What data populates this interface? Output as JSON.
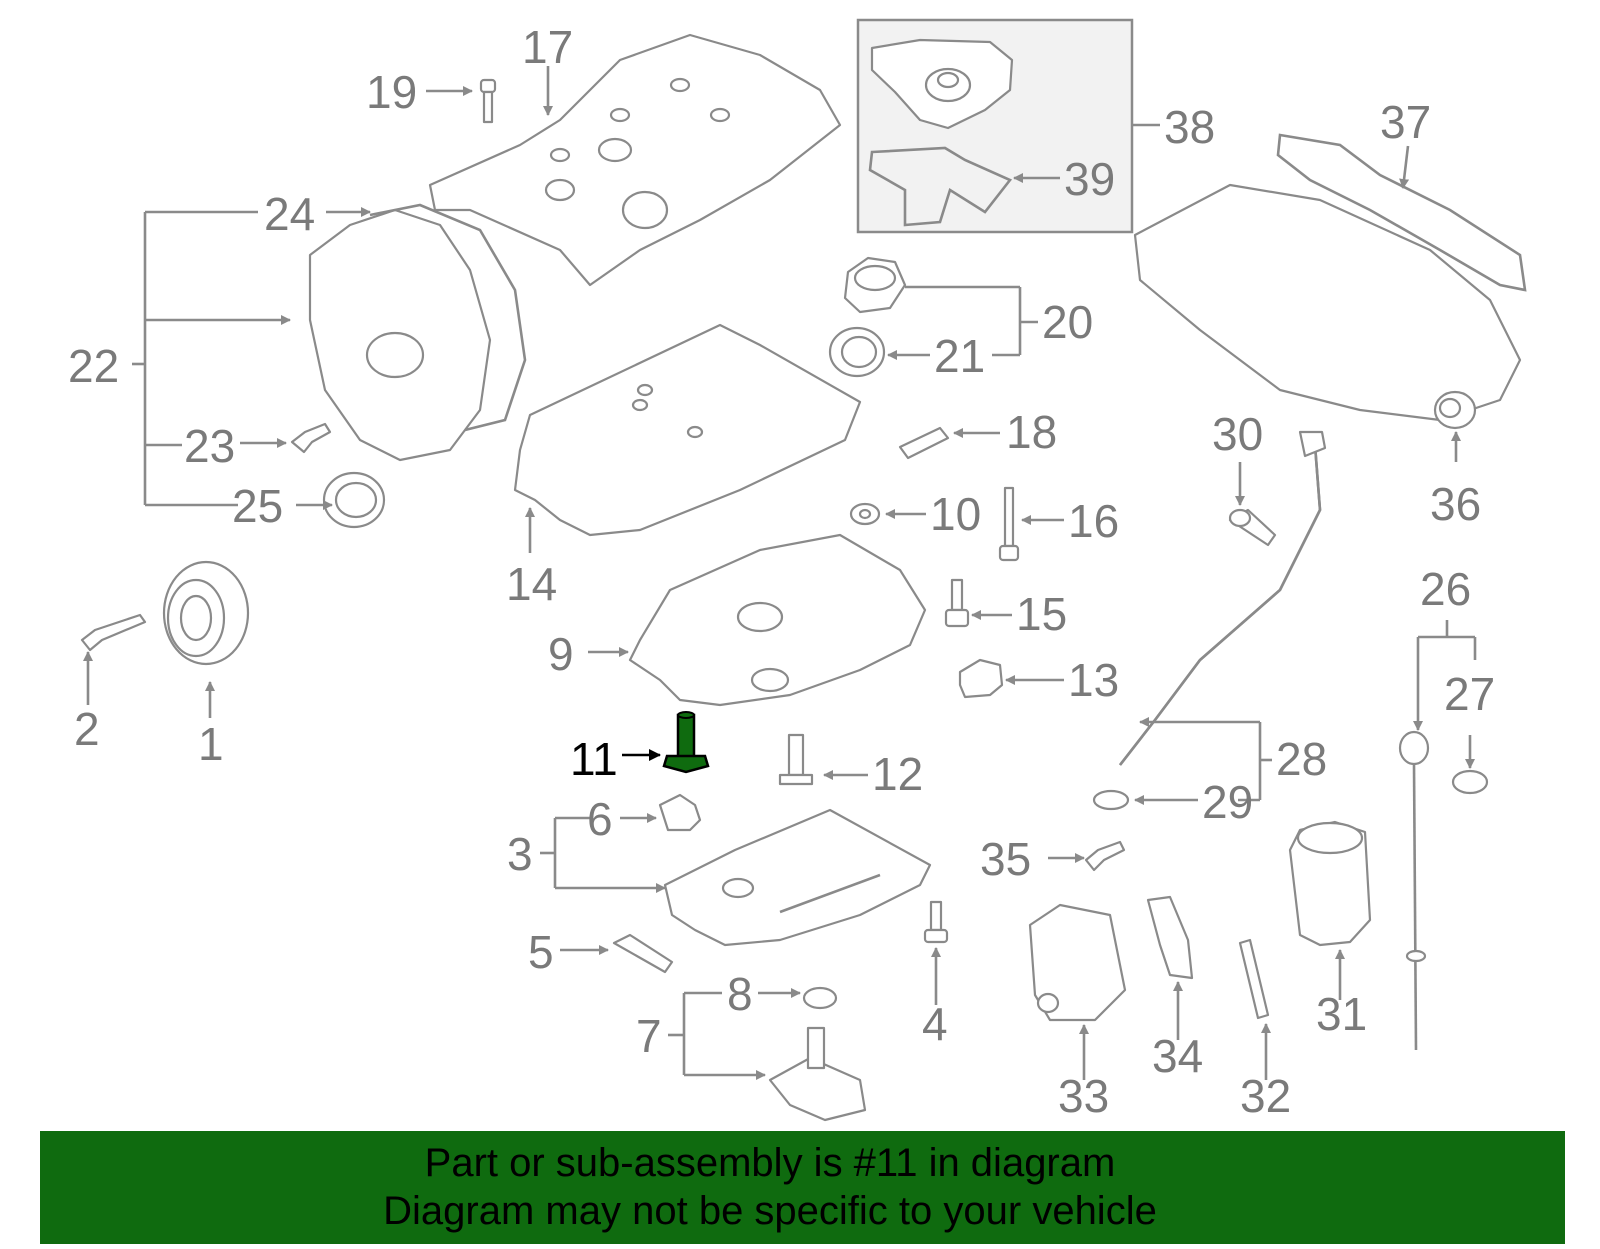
{
  "diagram": {
    "highlighted_part": "11",
    "highlight_color": "#0f6b0f",
    "label_color": "#7a7a7a",
    "callouts": [
      "1",
      "2",
      "3",
      "4",
      "5",
      "6",
      "7",
      "8",
      "9",
      "10",
      "11",
      "12",
      "13",
      "14",
      "15",
      "16",
      "17",
      "18",
      "19",
      "20",
      "21",
      "22",
      "23",
      "24",
      "25",
      "26",
      "27",
      "28",
      "29",
      "30",
      "31",
      "32",
      "33",
      "34",
      "35",
      "36",
      "37",
      "38",
      "39"
    ]
  },
  "banner": {
    "background": "#0f6b0f",
    "line1": "Part or sub-assembly is #11 in diagram",
    "line2": "Diagram may not be specific to your vehicle"
  }
}
